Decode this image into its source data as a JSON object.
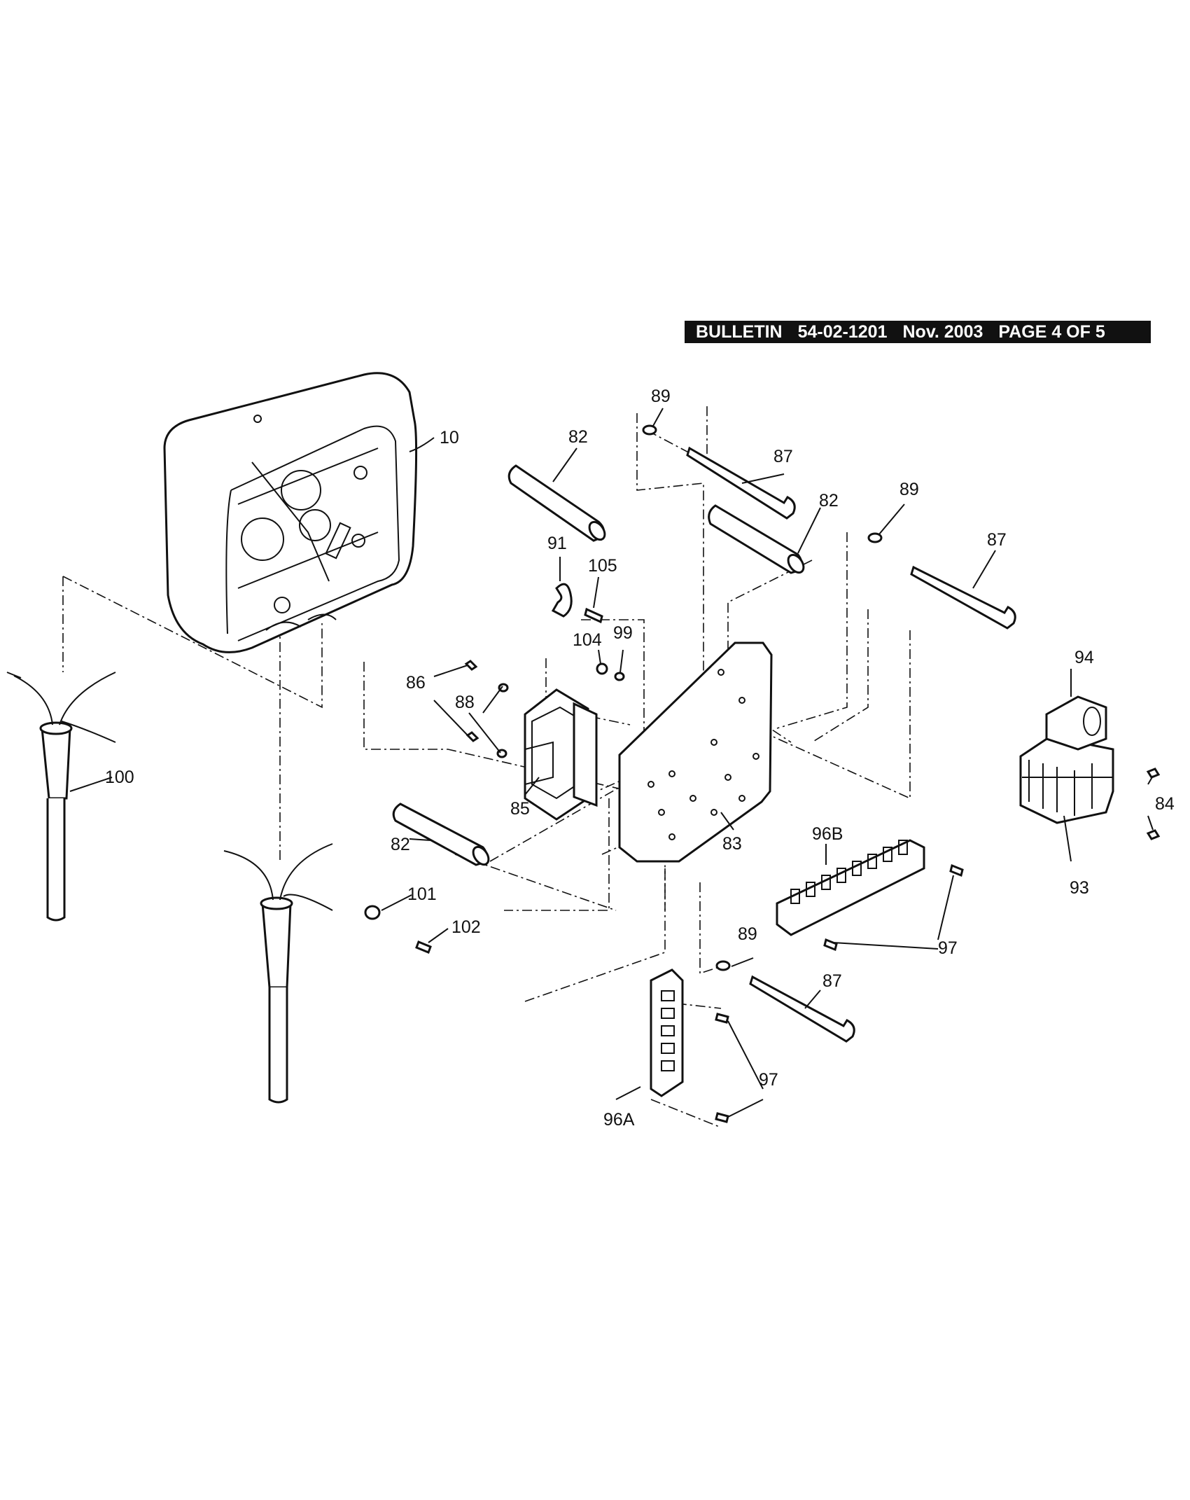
{
  "header": {
    "bulletin": "BULLETIN",
    "number": "54-02-1201",
    "date": "Nov. 2003",
    "page": "PAGE 4 OF 5"
  },
  "labels": {
    "l10": "10",
    "l82a": "82",
    "l82b": "82",
    "l82c": "82",
    "l83": "83",
    "l84": "84",
    "l85": "85",
    "l86": "86",
    "l87a": "87",
    "l87b": "87",
    "l87c": "87",
    "l88": "88",
    "l89a": "89",
    "l89b": "89",
    "l89c": "89",
    "l91": "91",
    "l93": "93",
    "l94": "94",
    "l96a": "96A",
    "l96b": "96B",
    "l97a": "97",
    "l97b": "97",
    "l99": "99",
    "l100": "100",
    "l101": "101",
    "l102": "102",
    "l104": "104",
    "l105": "105"
  }
}
